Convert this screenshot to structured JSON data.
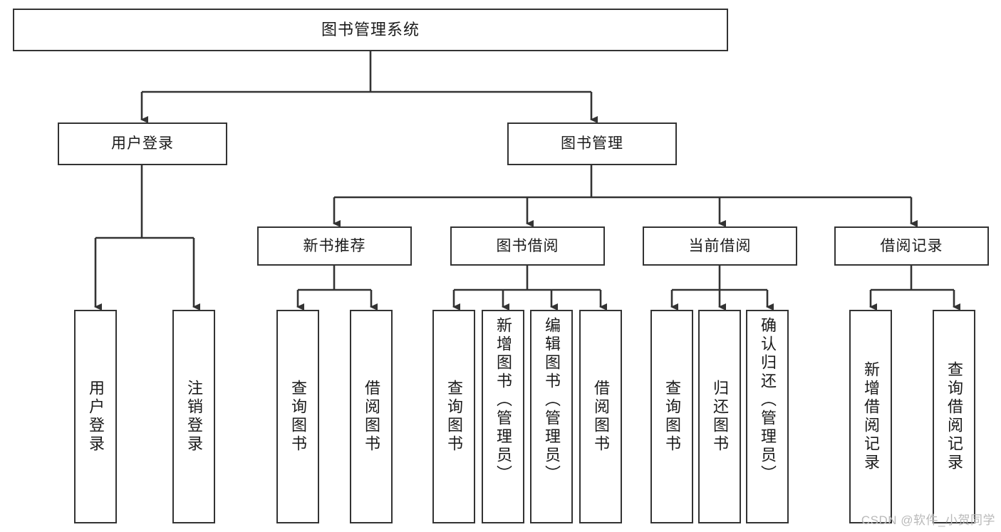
{
  "diagram": {
    "title": "图书管理系统",
    "type": "tree",
    "watermark": "CSDN @软件_小贺同学",
    "colors": {
      "box_border": "#333333",
      "box_fill": "#ffffff",
      "edge": "#333333",
      "text": "#1a1a1a",
      "watermark": "#b9b9b9"
    },
    "nodes": {
      "root": {
        "label": "图书管理系统"
      },
      "level2": [
        {
          "id": "user-login",
          "label": "用户登录"
        },
        {
          "id": "book-manage",
          "label": "图书管理"
        }
      ],
      "level3": [
        {
          "id": "new-book-recommend",
          "label": "新书推荐"
        },
        {
          "id": "book-borrow",
          "label": "图书借阅"
        },
        {
          "id": "current-borrow",
          "label": "当前借阅"
        },
        {
          "id": "borrow-record",
          "label": "借阅记录"
        }
      ],
      "leaves": {
        "user-login": [
          {
            "id": "leaf-user-login",
            "label": "用户登录"
          },
          {
            "id": "leaf-user-logout",
            "label": "注销登录"
          }
        ],
        "new-book-recommend": [
          {
            "id": "leaf-query-book-1",
            "label": "查询图书"
          },
          {
            "id": "leaf-borrow-book-1",
            "label": "借阅图书"
          }
        ],
        "book-borrow": [
          {
            "id": "leaf-query-book-2",
            "label": "查询图书"
          },
          {
            "id": "leaf-add-book",
            "label": "新增图书（管理员）"
          },
          {
            "id": "leaf-edit-book",
            "label": "编辑图书（管理员）"
          },
          {
            "id": "leaf-borrow-book-2",
            "label": "借阅图书"
          }
        ],
        "current-borrow": [
          {
            "id": "leaf-query-book-3",
            "label": "查询图书"
          },
          {
            "id": "leaf-return-book",
            "label": "归还图书"
          },
          {
            "id": "leaf-confirm-return",
            "label": "确认归还（管理员）"
          }
        ],
        "borrow-record": [
          {
            "id": "leaf-add-record",
            "label": "新增借阅记录"
          },
          {
            "id": "leaf-query-record",
            "label": "查询借阅记录"
          }
        ]
      }
    }
  }
}
